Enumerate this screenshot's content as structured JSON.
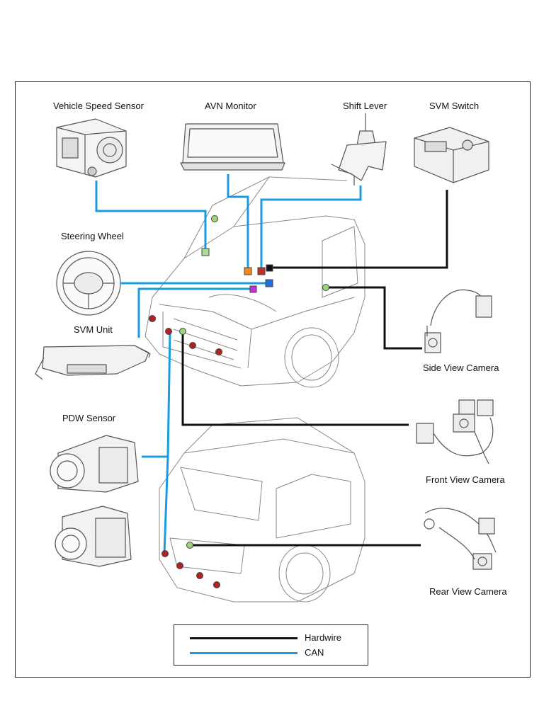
{
  "components": {
    "vehicle_speed_sensor": "Vehicle Speed Sensor",
    "avn_monitor": "AVN Monitor",
    "shift_lever": "Shift Lever",
    "svm_switch": "SVM Switch",
    "steering_wheel": "Steering Wheel",
    "svm_unit": "SVM Unit",
    "pdw_sensor": "PDW Sensor",
    "side_view_camera": "Side View Camera",
    "front_view_camera": "Front View Camera",
    "rear_view_camera": "Rear View Camera"
  },
  "legend": {
    "hardwire": "Hardwire",
    "can": "CAN"
  },
  "colors": {
    "hardwire": "#111111",
    "can": "#1a9be0",
    "pdw_dot": "#b02222",
    "camera_dot": "#9fd47a",
    "speed_node": "#a9dd8f",
    "avn_node": "#f08c1c",
    "shift_node": "#c0302a",
    "svm_switch_node": "#111111",
    "steering_node": "#1e6fe0",
    "svm_unit_node": "#c531d6"
  }
}
